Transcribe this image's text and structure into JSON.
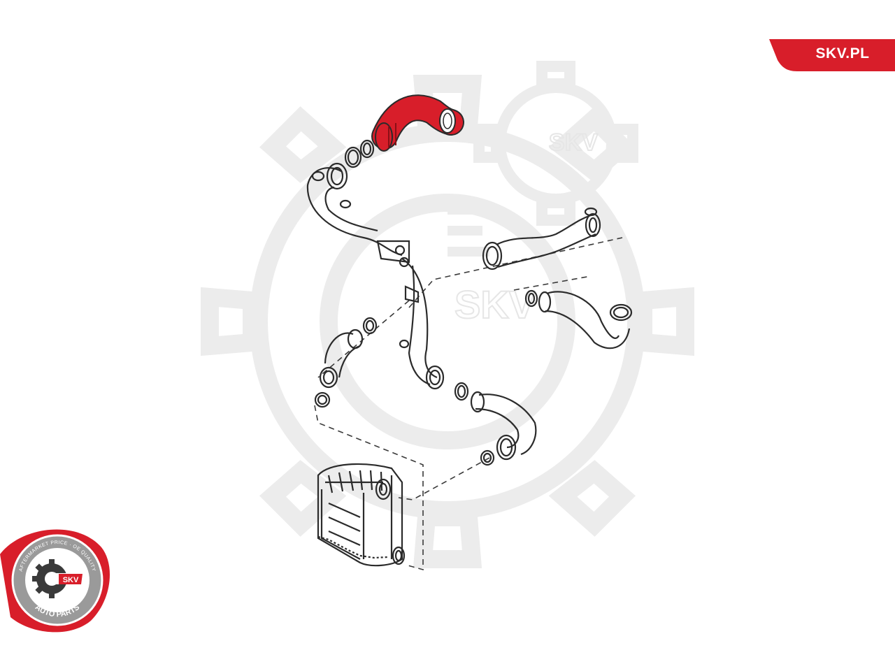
{
  "brand": {
    "tag_text": "SKV.PL",
    "watermark_text": "SKV",
    "accent_color": "#d81e2a",
    "line_color": "#2b2b2b",
    "watermark_color": "#ededed"
  },
  "seal": {
    "arc_text": "AFTERMARKET PRICE · OE QUALITY",
    "center_text": "SKV",
    "bottom_text": "AUTO PARTS"
  },
  "diagram": {
    "highlighted_part": "charge-air-hose (red)",
    "parts": [
      "charge-air-hose",
      "o-ring",
      "clamp",
      "intake-pipe",
      "connector-hose",
      "intercooler"
    ]
  }
}
